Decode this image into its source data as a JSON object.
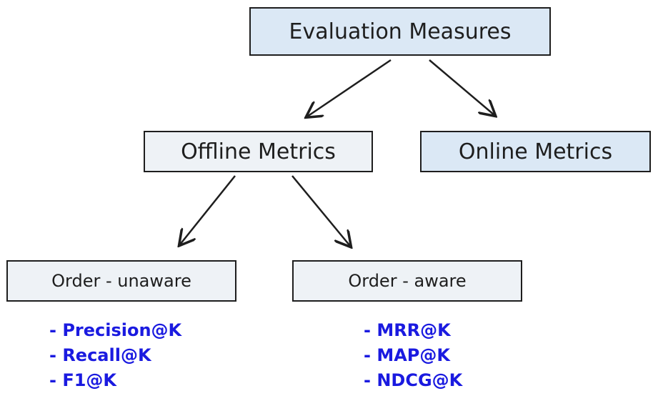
{
  "diagram": {
    "root": {
      "label": "Evaluation Measures"
    },
    "offline": {
      "label": "Offline Metrics"
    },
    "online": {
      "label": "Online Metrics"
    },
    "order_unaware": {
      "label": "Order - unaware",
      "metrics": [
        "- Precision@K",
        "- Recall@K",
        "- F1@K"
      ]
    },
    "order_aware": {
      "label": "Order - aware",
      "metrics": [
        "- MRR@K",
        "- MAP@K",
        "- NDCG@K"
      ]
    }
  },
  "colors": {
    "highlight_fill": "#dbe8f5",
    "plain_fill": "#eef2f6",
    "stroke": "#1e1e1e",
    "metric_text": "#1a1ae0"
  }
}
